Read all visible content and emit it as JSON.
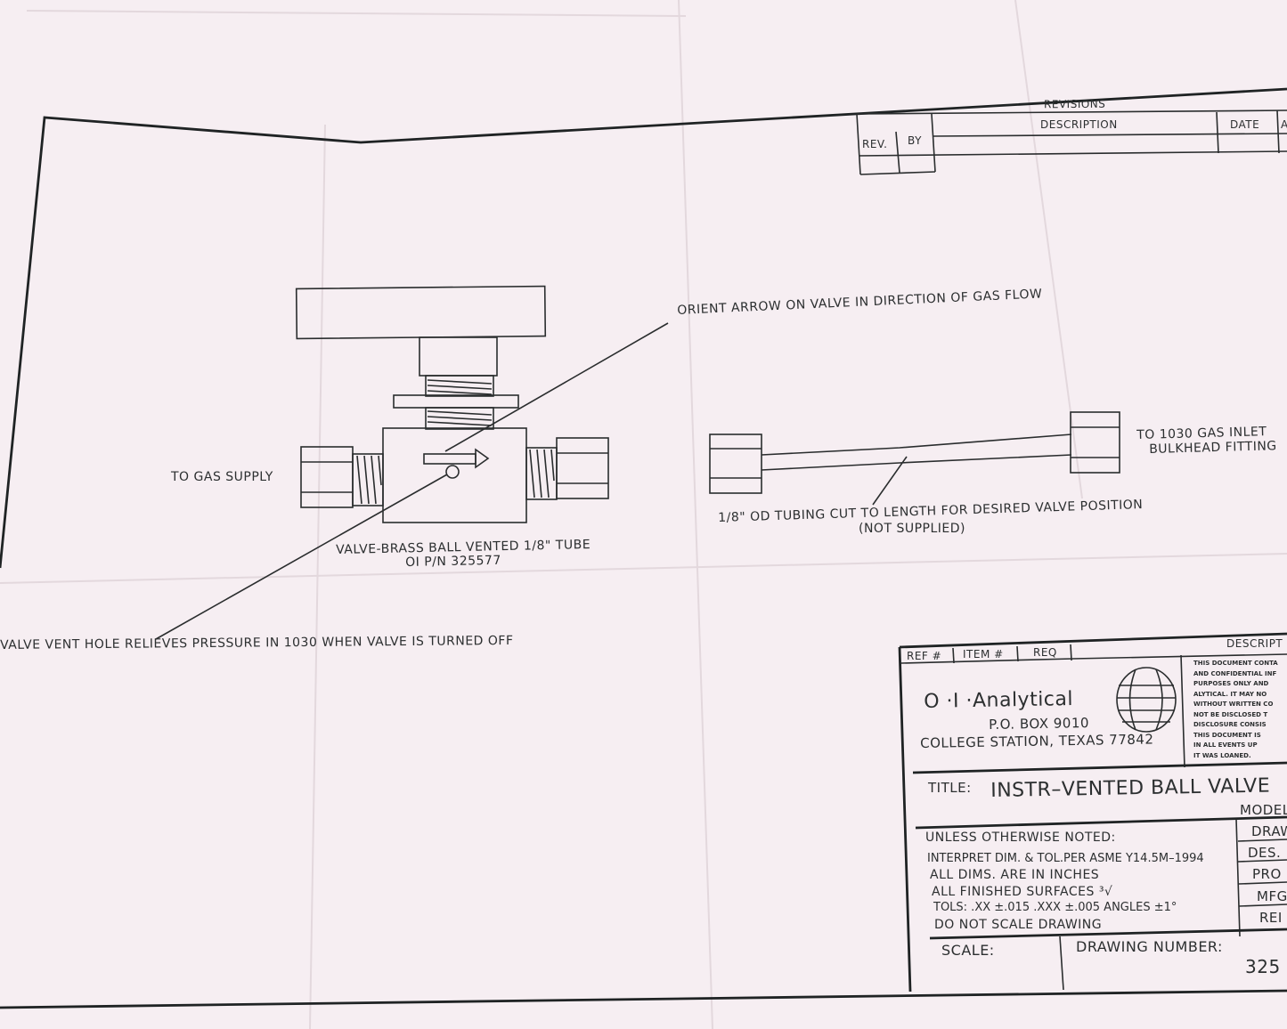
{
  "revisions": {
    "title": "REVISIONS",
    "col_rev": "REV.",
    "col_by": "BY",
    "col_description": "DESCRIPTION",
    "col_date": "DATE",
    "col_a": "A"
  },
  "notes": {
    "orient_arrow": "ORIENT ARROW ON VALVE IN DIRECTION OF GAS FLOW",
    "to_gas_supply": "TO GAS SUPPLY",
    "to_1030_line1": "TO 1030 GAS INLET",
    "to_1030_line2": "BULKHEAD FITTING",
    "tubing_line1": "1/8\" OD TUBING CUT TO LENGTH FOR DESIRED VALVE POSITION",
    "tubing_line2": "(NOT SUPPLIED)",
    "valve_line1": "VALVE-BRASS BALL VENTED 1/8\" TUBE",
    "valve_line2": "OI P/N 325577",
    "vent_hole": "VALVE VENT HOLE RELIEVES PRESSURE IN 1030 WHEN VALVE IS TURNED OFF"
  },
  "title_block": {
    "col_ref": "REF #",
    "col_item": "ITEM #",
    "col_req": "REQ",
    "col_description": "DESCRIPT",
    "company_name": "O ·I ·Analytical",
    "address_line1": "P.O. BOX 9010",
    "address_line2": "COLLEGE STATION, TEXAS 77842",
    "confidential": [
      "THIS DOCUMENT CONTA",
      "AND CONFIDENTIAL INF",
      "PURPOSES ONLY AND",
      "ALYTICAL. IT MAY NO",
      "WITHOUT WRITTEN CO",
      "NOT BE DISCLOSED T",
      "DISCLOSURE CONSIS",
      "THIS DOCUMENT IS",
      "IN ALL EVENTS UP",
      "IT WAS LOANED."
    ],
    "title_label": "TITLE:",
    "title_value": "INSTR–VENTED BALL VALVE",
    "model_label": "MODEL",
    "unless_noted": "UNLESS OTHERWISE NOTED:",
    "interpret": "INTERPRET DIM. & TOL.PER ASME Y14.5M–1994",
    "all_dims": "ALL DIMS. ARE IN INCHES",
    "finished_surfaces": "ALL FINISHED SURFACES ³√",
    "tols": "TOLS:   .XX ±.015      .XXX ±.005        ANGLES  ±1°",
    "do_not_scale": "DO NOT SCALE DRAWING",
    "side_labels": [
      "DRAW",
      "DES.",
      "PRO",
      "MFG",
      "REI"
    ],
    "scale_label": "SCALE:",
    "drawing_number_label": "DRAWING NUMBER:",
    "drawing_number_value": "325"
  }
}
